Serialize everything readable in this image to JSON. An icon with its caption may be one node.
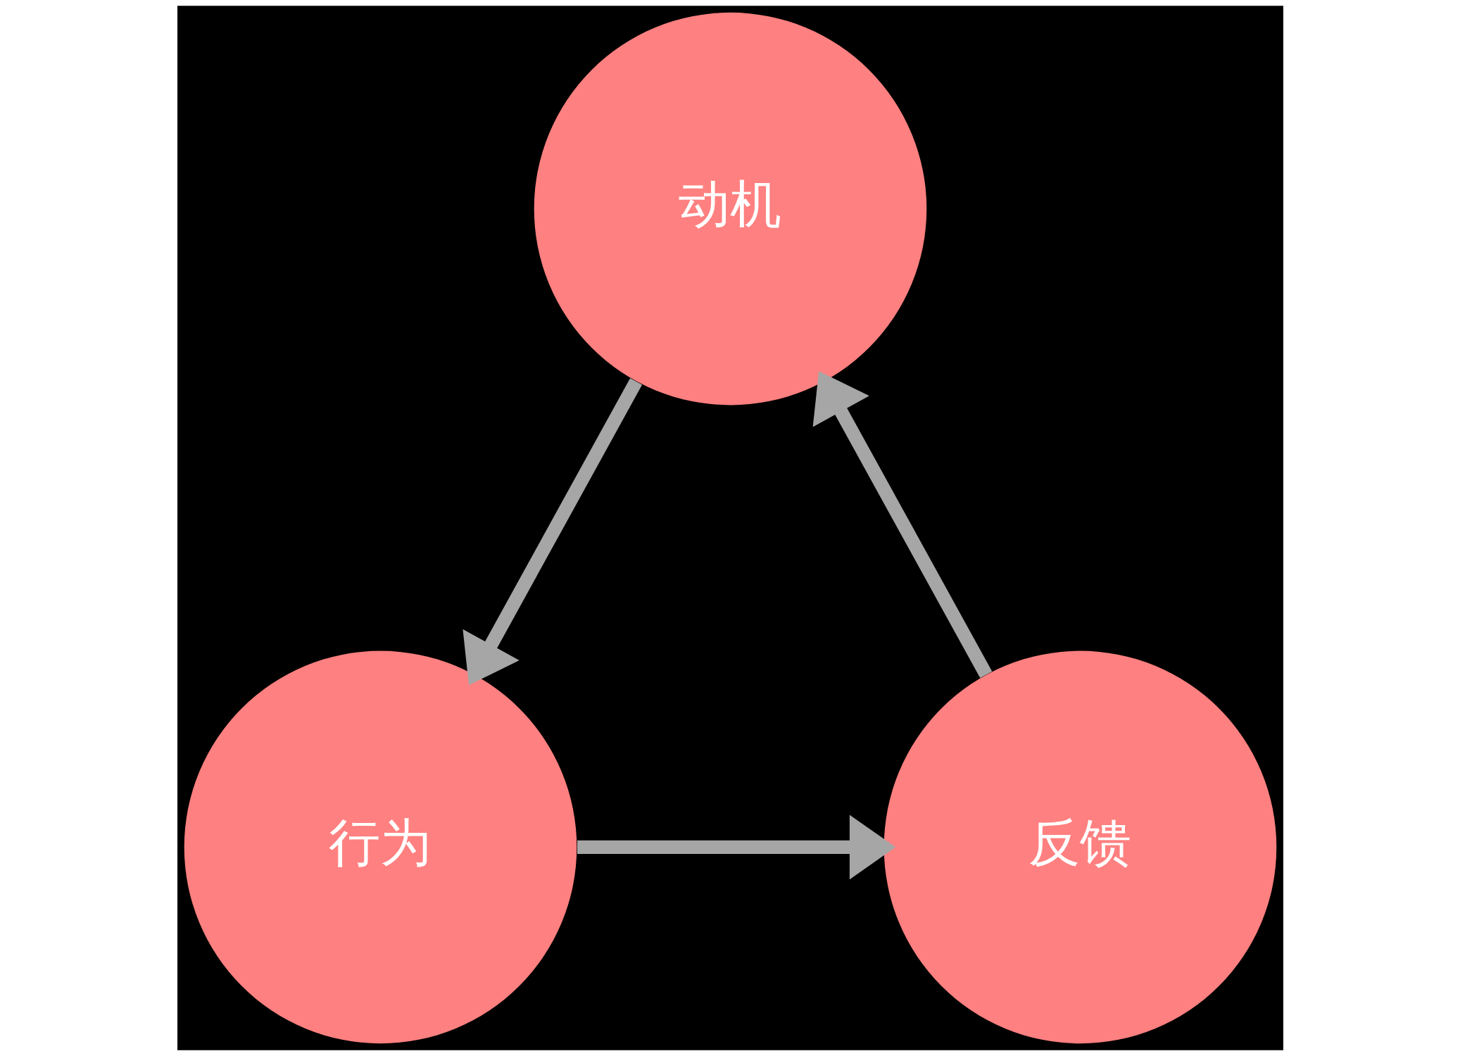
{
  "diagram": {
    "nodes": [
      {
        "text": [
          "动机"
        ]
      },
      {
        "text": [
          "反馈"
        ]
      },
      {
        "text": [
          "行为"
        ]
      }
    ],
    "edges": [
      {
        "from": 0,
        "to": 2,
        "arrow": "to"
      },
      {
        "from": 2,
        "to": 1,
        "arrow": "to"
      },
      {
        "from": 1,
        "to": 0,
        "arrow": "to"
      }
    ]
  }
}
